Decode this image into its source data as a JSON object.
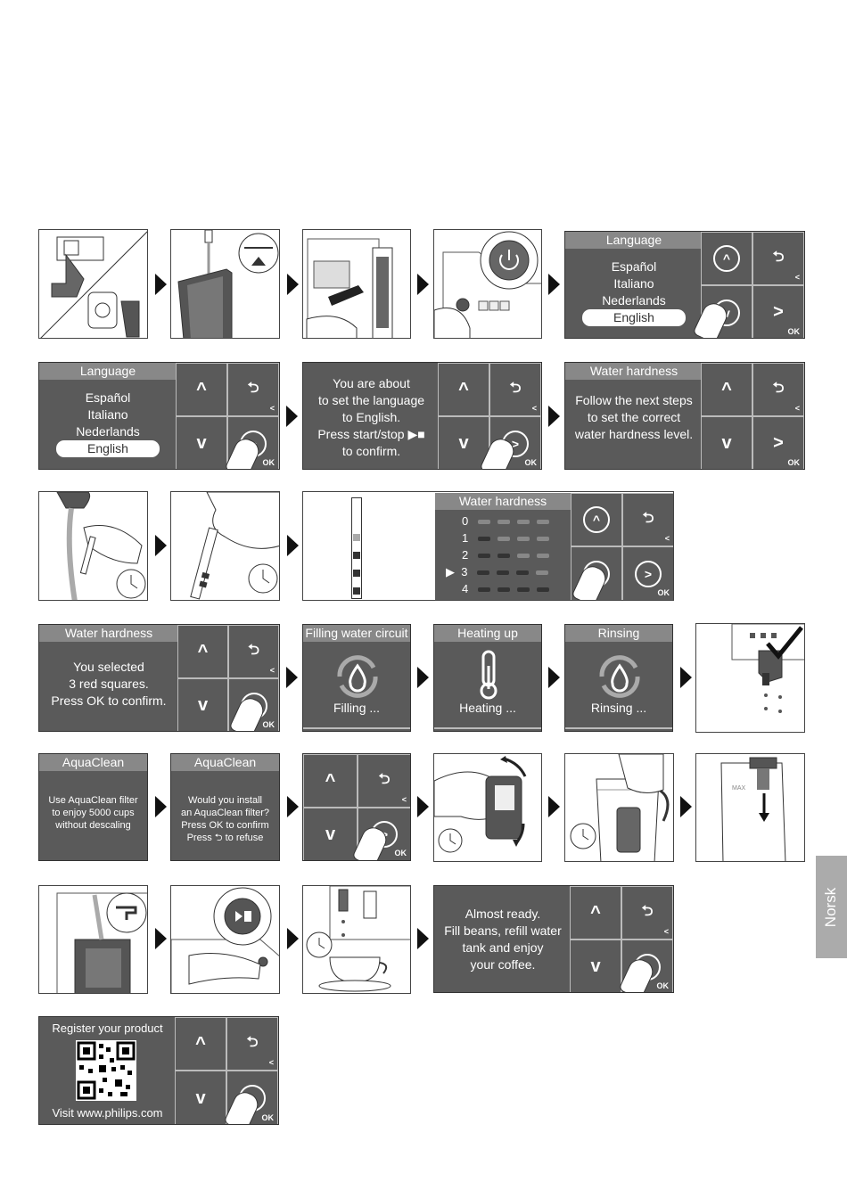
{
  "side_tab": "Norsk",
  "colors": {
    "screen": "#5a5a5a",
    "title": "#888888",
    "strip_red": "#333333",
    "strip_light": "#aaaaaa"
  },
  "nav": {
    "up": "^",
    "down": "v",
    "back": "⮌",
    "next": ">",
    "back_sub": "<",
    "next_sub": "OK"
  },
  "language_screen": {
    "title": "Language",
    "options": [
      "Español",
      "Italiano",
      "Nederlands"
    ],
    "selected": "English"
  },
  "confirm_language": [
    "You are about",
    "to set the language",
    "to English.",
    "Press start/stop ▶■",
    "to confirm."
  ],
  "water_hardness_intro": {
    "title": "Water hardness",
    "lines": [
      "Follow the next steps",
      "to set the correct",
      "water hardness level."
    ]
  },
  "water_hardness_select": {
    "title": "Water hardness",
    "levels": [
      "0",
      "1",
      "2",
      "3",
      "4"
    ],
    "selected_level": "3"
  },
  "water_hardness_confirm": {
    "title": "Water hardness",
    "lines": [
      "You selected",
      "3 red squares.",
      "Press OK  to confirm."
    ]
  },
  "filling": {
    "title": "Filling water circuit",
    "status": "Filling ..."
  },
  "heating": {
    "title": "Heating up",
    "status": "Heating ..."
  },
  "rinsing": {
    "title": "Rinsing",
    "status": "Rinsing ..."
  },
  "aquaclean_1": {
    "title": "AquaClean",
    "lines": [
      "Use AquaClean filter",
      "to enjoy 5000 cups",
      "without descaling"
    ]
  },
  "aquaclean_2": {
    "title": "AquaClean",
    "lines": [
      "Would you install",
      "an AquaClean filter?",
      "Press OK to confirm",
      "Press ⮌ to refuse"
    ]
  },
  "almost_ready": [
    "Almost ready.",
    "Fill beans, refill water",
    "tank and enjoy",
    "your coffee."
  ],
  "register": {
    "title": "Register your product",
    "url": "Visit www.philips.com"
  },
  "water_tank_label": "MAX"
}
